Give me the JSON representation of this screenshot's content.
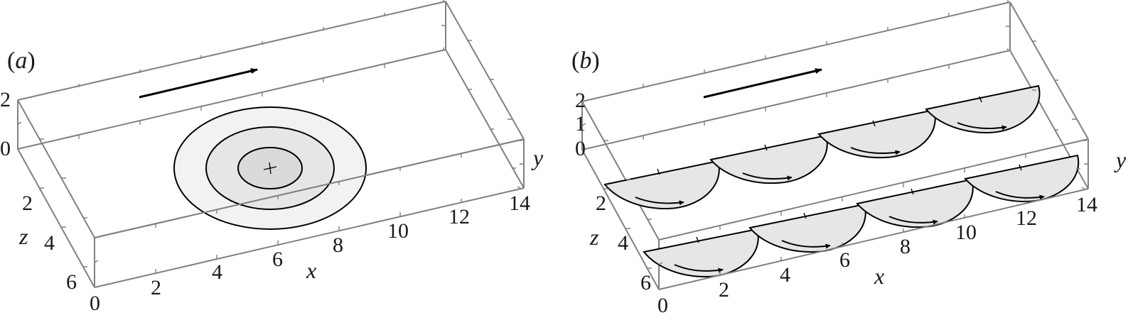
{
  "figure": {
    "panels": [
      {
        "id": "a",
        "label_open": "(",
        "label_letter": "a",
        "label_close": ")",
        "axes": {
          "x_label": "x",
          "y_label": "y",
          "z_label": "z",
          "x_ticks": [
            "0",
            "2",
            "4",
            "6",
            "8",
            "10",
            "12",
            "14"
          ],
          "y_ticks": [
            "0",
            "2"
          ],
          "z_ticks": [
            "2",
            "4",
            "6"
          ]
        },
        "content": "concentric elliptical contours centered at x≈7, z≈3.5 on the y=0 plane with a + marker at the center",
        "flow_arrow": "arrow pointing in +x direction above box"
      },
      {
        "id": "b",
        "label_open": "(",
        "label_letter": "b",
        "label_close": ")",
        "axes": {
          "x_label": "x",
          "y_label": "y",
          "z_label": "z",
          "x_ticks": [
            "0",
            "2",
            "4",
            "6",
            "8",
            "10",
            "12",
            "14"
          ],
          "y_ticks": [
            "0",
            "1",
            "2"
          ],
          "z_ticks": [
            "2",
            "4",
            "6"
          ]
        },
        "content": "two rows of four semicircular (half-disc) regions each with a curved arrow indicating rotation",
        "flow_arrow": "arrow pointing in +x direction above box"
      }
    ],
    "colors": {
      "box": "#808080",
      "contour_outer": "#f2f2f2",
      "contour_mid": "#e6e6e6",
      "contour_inner": "#dadada",
      "half_disc": "#e6e6e6",
      "ink": "#000000"
    }
  }
}
